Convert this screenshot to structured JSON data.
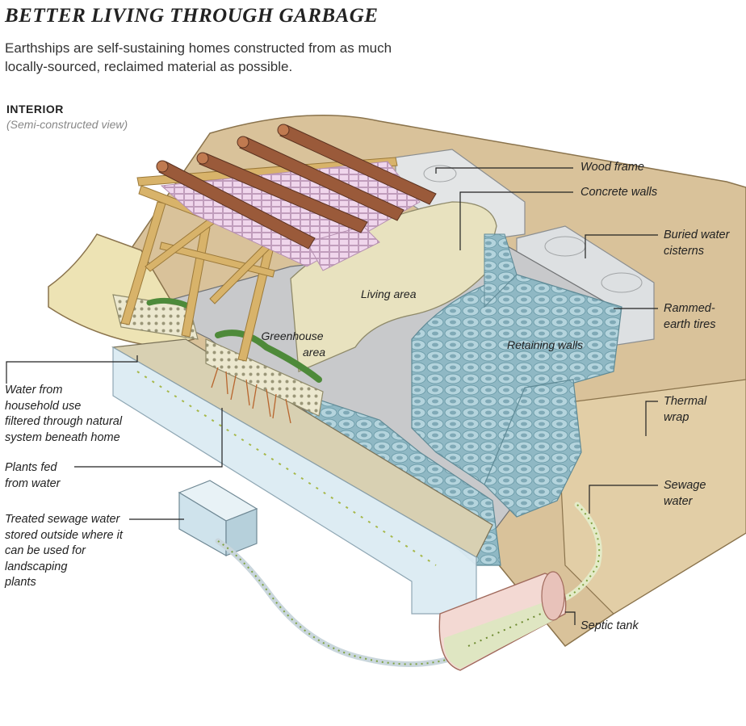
{
  "header": {
    "title": "BETTER LIVING THROUGH GARBAGE",
    "subtitle": "Earthships are self-sustaining homes constructed from as much locally-sourced, reclaimed material as possible."
  },
  "view": {
    "heading": "INTERIOR",
    "subheading": "(Semi-constructed view)"
  },
  "callouts": {
    "wood_frame": "Wood frame",
    "concrete_walls": "Concrete walls",
    "buried_water_cisterns": [
      "Buried water",
      "cisterns"
    ],
    "rammed_earth_tires": [
      "Rammed-",
      "earth tires"
    ],
    "thermal_wrap": [
      "Thermal",
      "wrap"
    ],
    "sewage_water": [
      "Sewage",
      "water"
    ],
    "septic_tank": "Septic tank",
    "water_from_household": [
      "Water from",
      "household use",
      "filtered through natural",
      "system beneath home"
    ],
    "plants_fed": [
      "Plants fed",
      "from water"
    ],
    "treated_sewage": [
      "Treated sewage water",
      "stored outside where it",
      "can be used for",
      "landscaping",
      "plants"
    ]
  },
  "areas": {
    "living_area": "Living area",
    "greenhouse_area": [
      "Greenhouse",
      "area"
    ],
    "retaining_walls": "Retaining walls"
  },
  "colors": {
    "earth": "#d9c29a",
    "earth_dark": "#b89a6a",
    "tire": "#a9ccd6",
    "tire_dark": "#6f9eab",
    "floor": "#c8c9cb",
    "wall": "#e8e2bf",
    "wood": "#d8b36a",
    "beam": "#9a5a3a",
    "water": "#dcebf3",
    "leader": "#222222"
  }
}
